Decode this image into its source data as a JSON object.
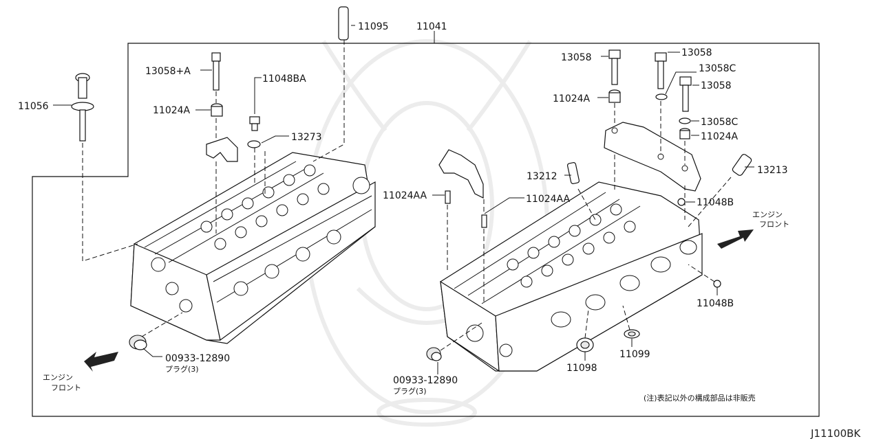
{
  "callouts": {
    "p11095": "11095",
    "p11041": "11041",
    "p13058_plus_a": "13058+A",
    "p11048ba": "11048BA",
    "p11056": "11056",
    "p11024a_left": "11024A",
    "p13273": "13273",
    "p11024aa_left": "11024AA",
    "p11024aa_right": "11024AA",
    "p13212": "13212",
    "p13058_top_left": "13058",
    "p13058_top_right": "13058",
    "p13058c_upper": "13058C",
    "p13058_mid": "13058",
    "p13058c_lower": "13058C",
    "p11024a_right_upper": "11024A",
    "p11024a_right_lower": "11024A",
    "p13213": "13213",
    "p11048b_upper": "11048B",
    "p11048b_lower": "11048B",
    "p11099": "11099",
    "p11098": "11098",
    "plug_left_number": "00933-12890",
    "plug_left_name": "プラグ(3)",
    "plug_right_number": "00933-12890",
    "plug_right_name": "プラグ(3)"
  },
  "direction": {
    "right_line1": "エンジン",
    "right_line2": "フロント",
    "left_line1": "エンジン",
    "left_line2": "フロント"
  },
  "note": "(注)表記以外の構成部品は非販売",
  "diagram_id": "J11100BK"
}
